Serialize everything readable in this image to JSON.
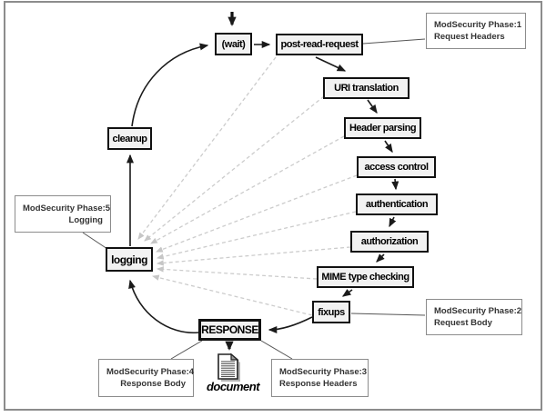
{
  "diagram_name": "apache-request-cycle-modsecurity-phases",
  "nodes": {
    "wait": {
      "label": "(wait)"
    },
    "post_read": {
      "label": "post-read-request"
    },
    "uri": {
      "label": "URI translation"
    },
    "header": {
      "label": "Header parsing"
    },
    "access": {
      "label": "access control"
    },
    "authn": {
      "label": "authentication"
    },
    "authz": {
      "label": "authorization"
    },
    "mime": {
      "label": "MIME type checking"
    },
    "fixups": {
      "label": "fixups"
    },
    "response": {
      "label": "RESPONSE"
    },
    "logging": {
      "label": "logging"
    },
    "cleanup": {
      "label": "cleanup"
    }
  },
  "annotations": {
    "phase1": {
      "line1": "ModSecurity Phase:1",
      "line2": "Request Headers"
    },
    "phase2": {
      "line1": "ModSecurity Phase:2",
      "line2": "Request Body"
    },
    "phase3": {
      "line1": "ModSecurity Phase:3",
      "line2": "Response Headers"
    },
    "phase4": {
      "line1": "ModSecurity Phase:4",
      "line2": "Response Body"
    },
    "phase5": {
      "line1": "ModSecurity Phase:5",
      "line2": "Logging"
    }
  },
  "document": {
    "label": "document",
    "icon": "document-icon"
  },
  "colors": {
    "node_fill": "#f2f2f2",
    "node_border": "#111111",
    "note_border": "#8c8c8c",
    "note_text": "#333333",
    "dashed_line": "#cccccc",
    "solid_line": "#1a1a1a",
    "frame": "#8c8c8c"
  }
}
